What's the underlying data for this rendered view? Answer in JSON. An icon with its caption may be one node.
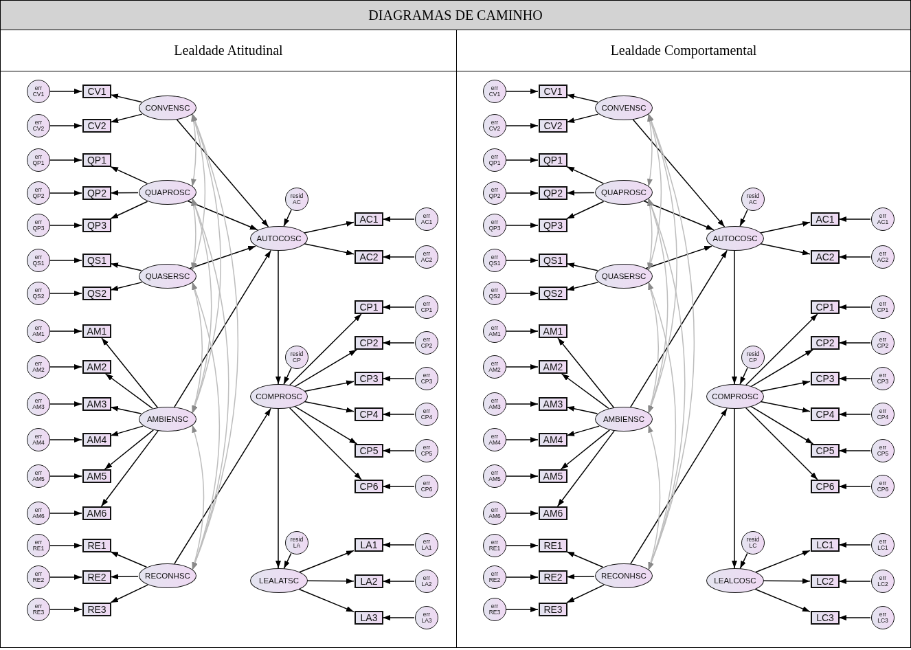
{
  "diagram": {
    "title": "DIAGRAMAS DE CAMINHO",
    "nodes": [
      {
        "text": [
          "Lealdade Atitudinal"
        ]
      },
      {
        "text": [
          "err CV1"
        ],
        "in": 0
      },
      {
        "text": [
          "err CV2"
        ],
        "in": 0
      },
      {
        "text": [
          "err QP1"
        ],
        "in": 0
      },
      {
        "text": [
          "err QP2"
        ],
        "in": 0
      },
      {
        "text": [
          "err QP3"
        ],
        "in": 0
      },
      {
        "text": [
          "err QS1"
        ],
        "in": 0
      },
      {
        "text": [
          "err QS2"
        ],
        "in": 0
      },
      {
        "text": [
          "err AM1"
        ],
        "in": 0
      },
      {
        "text": [
          "err AM2"
        ],
        "in": 0
      },
      {
        "text": [
          "err AM3"
        ],
        "in": 0
      },
      {
        "text": [
          "err AM4"
        ],
        "in": 0
      },
      {
        "text": [
          "err AM5"
        ],
        "in": 0
      },
      {
        "text": [
          "err AM6"
        ],
        "in": 0
      },
      {
        "text": [
          "err RE1"
        ],
        "in": 0
      },
      {
        "text": [
          "err RE2"
        ],
        "in": 0
      },
      {
        "text": [
          "err RE3"
        ],
        "in": 0
      },
      {
        "text": [
          "CV1"
        ],
        "in": 0
      },
      {
        "text": [
          "CV2"
        ],
        "in": 0
      },
      {
        "text": [
          "QP1"
        ],
        "in": 0
      },
      {
        "text": [
          "QP2"
        ],
        "in": 0
      },
      {
        "text": [
          "QP3"
        ],
        "in": 0
      },
      {
        "text": [
          "QS1"
        ],
        "in": 0
      },
      {
        "text": [
          "QS2"
        ],
        "in": 0
      },
      {
        "text": [
          "AM1"
        ],
        "in": 0
      },
      {
        "text": [
          "AM2"
        ],
        "in": 0
      },
      {
        "text": [
          "AM3"
        ],
        "in": 0
      },
      {
        "text": [
          "AM4"
        ],
        "in": 0
      },
      {
        "text": [
          "AM5"
        ],
        "in": 0
      },
      {
        "text": [
          "AM6"
        ],
        "in": 0
      },
      {
        "text": [
          "RE1"
        ],
        "in": 0
      },
      {
        "text": [
          "RE2"
        ],
        "in": 0
      },
      {
        "text": [
          "RE3"
        ],
        "in": 0
      },
      {
        "text": [
          "CONVENSC"
        ],
        "in": 0
      },
      {
        "text": [
          "QUAPROSC"
        ],
        "in": 0
      },
      {
        "text": [
          "QUASERSC"
        ],
        "in": 0
      },
      {
        "text": [
          "AMBIENSC"
        ],
        "in": 0
      },
      {
        "text": [
          "RECONHSC"
        ],
        "in": 0
      },
      {
        "text": [
          "resid AC"
        ],
        "in": 0
      },
      {
        "text": [
          "AUTOCOSC"
        ],
        "in": 0
      },
      {
        "text": [
          "resid CP"
        ],
        "in": 0
      },
      {
        "text": [
          "COMPROSC"
        ],
        "in": 0
      },
      {
        "text": [
          "resid LA"
        ],
        "in": 0
      },
      {
        "text": [
          "LEALATSC"
        ],
        "in": 0
      },
      {
        "text": [
          "AC1"
        ],
        "in": 0
      },
      {
        "text": [
          "AC2"
        ],
        "in": 0
      },
      {
        "text": [
          "CP1"
        ],
        "in": 0
      },
      {
        "text": [
          "CP2"
        ],
        "in": 0
      },
      {
        "text": [
          "CP3"
        ],
        "in": 0
      },
      {
        "text": [
          "CP4"
        ],
        "in": 0
      },
      {
        "text": [
          "CP5"
        ],
        "in": 0
      },
      {
        "text": [
          "CP6"
        ],
        "in": 0
      },
      {
        "text": [
          "LA1"
        ],
        "in": 0
      },
      {
        "text": [
          "LA2"
        ],
        "in": 0
      },
      {
        "text": [
          "LA3"
        ],
        "in": 0
      },
      {
        "text": [
          "err AC1"
        ],
        "in": 0
      },
      {
        "text": [
          "err AC2"
        ],
        "in": 0
      },
      {
        "text": [
          "err CP1"
        ],
        "in": 0
      },
      {
        "text": [
          "err CP2"
        ],
        "in": 0
      },
      {
        "text": [
          "err CP3"
        ],
        "in": 0
      },
      {
        "text": [
          "err CP4"
        ],
        "in": 0
      },
      {
        "text": [
          "err CP5"
        ],
        "in": 0
      },
      {
        "text": [
          "err CP6"
        ],
        "in": 0
      },
      {
        "text": [
          "err LA1"
        ],
        "in": 0
      },
      {
        "text": [
          "err LA2"
        ],
        "in": 0
      },
      {
        "text": [
          "err LA3"
        ],
        "in": 0
      },
      {
        "text": [
          "Lealdade Comportamental"
        ]
      },
      {
        "text": [
          "err CV1"
        ],
        "in": 66
      },
      {
        "text": [
          "err CV2"
        ],
        "in": 66
      },
      {
        "text": [
          "err QP1"
        ],
        "in": 66
      },
      {
        "text": [
          "err QP2"
        ],
        "in": 66
      },
      {
        "text": [
          "err QP3"
        ],
        "in": 66
      },
      {
        "text": [
          "err QS1"
        ],
        "in": 66
      },
      {
        "text": [
          "err QS2"
        ],
        "in": 66
      },
      {
        "text": [
          "err AM1"
        ],
        "in": 66
      },
      {
        "text": [
          "err AM2"
        ],
        "in": 66
      },
      {
        "text": [
          "err AM3"
        ],
        "in": 66
      },
      {
        "text": [
          "err AM4"
        ],
        "in": 66
      },
      {
        "text": [
          "err AM5"
        ],
        "in": 66
      },
      {
        "text": [
          "err AM6"
        ],
        "in": 66
      },
      {
        "text": [
          "err RE1"
        ],
        "in": 66
      },
      {
        "text": [
          "err RE2"
        ],
        "in": 66
      },
      {
        "text": [
          "err RE3"
        ],
        "in": 66
      },
      {
        "text": [
          "CV1"
        ],
        "in": 66
      },
      {
        "text": [
          "CV2"
        ],
        "in": 66
      },
      {
        "text": [
          "QP1"
        ],
        "in": 66
      },
      {
        "text": [
          "QP2"
        ],
        "in": 66
      },
      {
        "text": [
          "QP3"
        ],
        "in": 66
      },
      {
        "text": [
          "QS1"
        ],
        "in": 66
      },
      {
        "text": [
          "QS2"
        ],
        "in": 66
      },
      {
        "text": [
          "AM1"
        ],
        "in": 66
      },
      {
        "text": [
          "AM2"
        ],
        "in": 66
      },
      {
        "text": [
          "AM3"
        ],
        "in": 66
      },
      {
        "text": [
          "AM4"
        ],
        "in": 66
      },
      {
        "text": [
          "AM5"
        ],
        "in": 66
      },
      {
        "text": [
          "AM6"
        ],
        "in": 66
      },
      {
        "text": [
          "RE1"
        ],
        "in": 66
      },
      {
        "text": [
          "RE2"
        ],
        "in": 66
      },
      {
        "text": [
          "RE3"
        ],
        "in": 66
      },
      {
        "text": [
          "CONVENSC"
        ],
        "in": 66
      },
      {
        "text": [
          "QUAPROSC"
        ],
        "in": 66
      },
      {
        "text": [
          "QUASERSC"
        ],
        "in": 66
      },
      {
        "text": [
          "AMBIENSC"
        ],
        "in": 66
      },
      {
        "text": [
          "RECONHSC"
        ],
        "in": 66
      },
      {
        "text": [
          "resid AC"
        ],
        "in": 66
      },
      {
        "text": [
          "AUTOCOSC"
        ],
        "in": 66
      },
      {
        "text": [
          "resid CP"
        ],
        "in": 66
      },
      {
        "text": [
          "COMPROSC"
        ],
        "in": 66
      },
      {
        "text": [
          "resid LC"
        ],
        "in": 66
      },
      {
        "text": [
          "LEALCOSC"
        ],
        "in": 66
      },
      {
        "text": [
          "AC1"
        ],
        "in": 66
      },
      {
        "text": [
          "AC2"
        ],
        "in": 66
      },
      {
        "text": [
          "CP1"
        ],
        "in": 66
      },
      {
        "text": [
          "CP2"
        ],
        "in": 66
      },
      {
        "text": [
          "CP3"
        ],
        "in": 66
      },
      {
        "text": [
          "CP4"
        ],
        "in": 66
      },
      {
        "text": [
          "CP5"
        ],
        "in": 66
      },
      {
        "text": [
          "CP6"
        ],
        "in": 66
      },
      {
        "text": [
          "LC1"
        ],
        "in": 66
      },
      {
        "text": [
          "LC2"
        ],
        "in": 66
      },
      {
        "text": [
          "LC3"
        ],
        "in": 66
      },
      {
        "text": [
          "err AC1"
        ],
        "in": 66
      },
      {
        "text": [
          "err AC2"
        ],
        "in": 66
      },
      {
        "text": [
          "err CP1"
        ],
        "in": 66
      },
      {
        "text": [
          "err CP2"
        ],
        "in": 66
      },
      {
        "text": [
          "err CP3"
        ],
        "in": 66
      },
      {
        "text": [
          "err CP4"
        ],
        "in": 66
      },
      {
        "text": [
          "err CP5"
        ],
        "in": 66
      },
      {
        "text": [
          "err CP6"
        ],
        "in": 66
      },
      {
        "text": [
          "err LC1"
        ],
        "in": 66
      },
      {
        "text": [
          "err LC2"
        ],
        "in": 66
      },
      {
        "text": [
          "err LC3"
        ],
        "in": 66
      }
    ],
    "edges": [
      {
        "from": 1,
        "to": 17,
        "arrow": "to"
      },
      {
        "from": 2,
        "to": 18,
        "arrow": "to"
      },
      {
        "from": 3,
        "to": 19,
        "arrow": "to"
      },
      {
        "from": 4,
        "to": 20,
        "arrow": "to"
      },
      {
        "from": 5,
        "to": 21,
        "arrow": "to"
      },
      {
        "from": 6,
        "to": 22,
        "arrow": "to"
      },
      {
        "from": 7,
        "to": 23,
        "arrow": "to"
      },
      {
        "from": 8,
        "to": 24,
        "arrow": "to"
      },
      {
        "from": 9,
        "to": 25,
        "arrow": "to"
      },
      {
        "from": 10,
        "to": 26,
        "arrow": "to"
      },
      {
        "from": 11,
        "to": 27,
        "arrow": "to"
      },
      {
        "from": 12,
        "to": 28,
        "arrow": "to"
      },
      {
        "from": 13,
        "to": 29,
        "arrow": "to"
      },
      {
        "from": 14,
        "to": 30,
        "arrow": "to"
      },
      {
        "from": 15,
        "to": 31,
        "arrow": "to"
      },
      {
        "from": 16,
        "to": 32,
        "arrow": "to"
      },
      {
        "from": 33,
        "to": 17,
        "arrow": "to"
      },
      {
        "from": 33,
        "to": 18,
        "arrow": "to"
      },
      {
        "from": 34,
        "to": 19,
        "arrow": "to"
      },
      {
        "from": 34,
        "to": 20,
        "arrow": "to"
      },
      {
        "from": 34,
        "to": 21,
        "arrow": "to"
      },
      {
        "from": 35,
        "to": 22,
        "arrow": "to"
      },
      {
        "from": 35,
        "to": 23,
        "arrow": "to"
      },
      {
        "from": 36,
        "to": 24,
        "arrow": "to"
      },
      {
        "from": 36,
        "to": 25,
        "arrow": "to"
      },
      {
        "from": 36,
        "to": 26,
        "arrow": "to"
      },
      {
        "from": 36,
        "to": 27,
        "arrow": "to"
      },
      {
        "from": 36,
        "to": 28,
        "arrow": "to"
      },
      {
        "from": 36,
        "to": 29,
        "arrow": "to"
      },
      {
        "from": 37,
        "to": 30,
        "arrow": "to"
      },
      {
        "from": 37,
        "to": 31,
        "arrow": "to"
      },
      {
        "from": 37,
        "to": 32,
        "arrow": "to"
      },
      {
        "from": 33,
        "to": 39,
        "arrow": "to"
      },
      {
        "from": 34,
        "to": 39,
        "arrow": "to"
      },
      {
        "from": 35,
        "to": 39,
        "arrow": "to"
      },
      {
        "from": 36,
        "to": 39,
        "arrow": "to"
      },
      {
        "from": 37,
        "to": 41,
        "arrow": "to"
      },
      {
        "from": 39,
        "to": 41,
        "arrow": "to"
      },
      {
        "from": 41,
        "to": 43,
        "arrow": "to"
      },
      {
        "from": 38,
        "to": 39,
        "arrow": "to"
      },
      {
        "from": 40,
        "to": 41,
        "arrow": "to"
      },
      {
        "from": 42,
        "to": 43,
        "arrow": "to"
      },
      {
        "from": 39,
        "to": 44,
        "arrow": "to"
      },
      {
        "from": 39,
        "to": 45,
        "arrow": "to"
      },
      {
        "from": 41,
        "to": 46,
        "arrow": "to"
      },
      {
        "from": 41,
        "to": 47,
        "arrow": "to"
      },
      {
        "from": 41,
        "to": 48,
        "arrow": "to"
      },
      {
        "from": 41,
        "to": 49,
        "arrow": "to"
      },
      {
        "from": 41,
        "to": 50,
        "arrow": "to"
      },
      {
        "from": 41,
        "to": 51,
        "arrow": "to"
      },
      {
        "from": 43,
        "to": 52,
        "arrow": "to"
      },
      {
        "from": 43,
        "to": 53,
        "arrow": "to"
      },
      {
        "from": 43,
        "to": 54,
        "arrow": "to"
      },
      {
        "from": 55,
        "to": 44,
        "arrow": "to"
      },
      {
        "from": 56,
        "to": 45,
        "arrow": "to"
      },
      {
        "from": 57,
        "to": 46,
        "arrow": "to"
      },
      {
        "from": 58,
        "to": 47,
        "arrow": "to"
      },
      {
        "from": 59,
        "to": 48,
        "arrow": "to"
      },
      {
        "from": 60,
        "to": 49,
        "arrow": "to"
      },
      {
        "from": 61,
        "to": 50,
        "arrow": "to"
      },
      {
        "from": 62,
        "to": 51,
        "arrow": "to"
      },
      {
        "from": 63,
        "to": 52,
        "arrow": "to"
      },
      {
        "from": 64,
        "to": 53,
        "arrow": "to"
      },
      {
        "from": 65,
        "to": 54,
        "arrow": "to"
      },
      {
        "from": 33,
        "to": 34,
        "arrow": "both",
        "color": "#bdbdbd"
      },
      {
        "from": 33,
        "to": 35,
        "arrow": "both",
        "color": "#bdbdbd"
      },
      {
        "from": 33,
        "to": 36,
        "arrow": "both",
        "color": "#bdbdbd"
      },
      {
        "from": 33,
        "to": 37,
        "arrow": "both",
        "color": "#bdbdbd"
      },
      {
        "from": 34,
        "to": 35,
        "arrow": "both",
        "color": "#bdbdbd"
      },
      {
        "from": 34,
        "to": 36,
        "arrow": "both",
        "color": "#bdbdbd"
      },
      {
        "from": 34,
        "to": 37,
        "arrow": "both",
        "color": "#bdbdbd"
      },
      {
        "from": 35,
        "to": 36,
        "arrow": "both",
        "color": "#bdbdbd"
      },
      {
        "from": 35,
        "to": 37,
        "arrow": "both",
        "color": "#bdbdbd"
      },
      {
        "from": 36,
        "to": 37,
        "arrow": "both",
        "color": "#bdbdbd"
      },
      {
        "from": 67,
        "to": 83,
        "arrow": "to"
      },
      {
        "from": 68,
        "to": 84,
        "arrow": "to"
      },
      {
        "from": 69,
        "to": 85,
        "arrow": "to"
      },
      {
        "from": 70,
        "to": 86,
        "arrow": "to"
      },
      {
        "from": 71,
        "to": 87,
        "arrow": "to"
      },
      {
        "from": 72,
        "to": 88,
        "arrow": "to"
      },
      {
        "from": 73,
        "to": 89,
        "arrow": "to"
      },
      {
        "from": 74,
        "to": 90,
        "arrow": "to"
      },
      {
        "from": 75,
        "to": 91,
        "arrow": "to"
      },
      {
        "from": 76,
        "to": 92,
        "arrow": "to"
      },
      {
        "from": 77,
        "to": 93,
        "arrow": "to"
      },
      {
        "from": 78,
        "to": 94,
        "arrow": "to"
      },
      {
        "from": 79,
        "to": 95,
        "arrow": "to"
      },
      {
        "from": 80,
        "to": 96,
        "arrow": "to"
      },
      {
        "from": 81,
        "to": 97,
        "arrow": "to"
      },
      {
        "from": 82,
        "to": 98,
        "arrow": "to"
      },
      {
        "from": 99,
        "to": 83,
        "arrow": "to"
      },
      {
        "from": 99,
        "to": 84,
        "arrow": "to"
      },
      {
        "from": 100,
        "to": 85,
        "arrow": "to"
      },
      {
        "from": 100,
        "to": 86,
        "arrow": "to"
      },
      {
        "from": 100,
        "to": 87,
        "arrow": "to"
      },
      {
        "from": 101,
        "to": 88,
        "arrow": "to"
      },
      {
        "from": 101,
        "to": 89,
        "arrow": "to"
      },
      {
        "from": 102,
        "to": 90,
        "arrow": "to"
      },
      {
        "from": 102,
        "to": 91,
        "arrow": "to"
      },
      {
        "from": 102,
        "to": 92,
        "arrow": "to"
      },
      {
        "from": 102,
        "to": 93,
        "arrow": "to"
      },
      {
        "from": 102,
        "to": 94,
        "arrow": "to"
      },
      {
        "from": 102,
        "to": 95,
        "arrow": "to"
      },
      {
        "from": 103,
        "to": 96,
        "arrow": "to"
      },
      {
        "from": 103,
        "to": 97,
        "arrow": "to"
      },
      {
        "from": 103,
        "to": 98,
        "arrow": "to"
      },
      {
        "from": 99,
        "to": 105,
        "arrow": "to"
      },
      {
        "from": 100,
        "to": 105,
        "arrow": "to"
      },
      {
        "from": 101,
        "to": 105,
        "arrow": "to"
      },
      {
        "from": 102,
        "to": 105,
        "arrow": "to"
      },
      {
        "from": 103,
        "to": 107,
        "arrow": "to"
      },
      {
        "from": 105,
        "to": 107,
        "arrow": "to"
      },
      {
        "from": 107,
        "to": 109,
        "arrow": "to"
      },
      {
        "from": 104,
        "to": 105,
        "arrow": "to"
      },
      {
        "from": 106,
        "to": 107,
        "arrow": "to"
      },
      {
        "from": 108,
        "to": 109,
        "arrow": "to"
      },
      {
        "from": 105,
        "to": 110,
        "arrow": "to"
      },
      {
        "from": 105,
        "to": 111,
        "arrow": "to"
      },
      {
        "from": 107,
        "to": 112,
        "arrow": "to"
      },
      {
        "from": 107,
        "to": 113,
        "arrow": "to"
      },
      {
        "from": 107,
        "to": 114,
        "arrow": "to"
      },
      {
        "from": 107,
        "to": 115,
        "arrow": "to"
      },
      {
        "from": 107,
        "to": 116,
        "arrow": "to"
      },
      {
        "from": 107,
        "to": 117,
        "arrow": "to"
      },
      {
        "from": 109,
        "to": 118,
        "arrow": "to"
      },
      {
        "from": 109,
        "to": 119,
        "arrow": "to"
      },
      {
        "from": 109,
        "to": 120,
        "arrow": "to"
      },
      {
        "from": 121,
        "to": 110,
        "arrow": "to"
      },
      {
        "from": 122,
        "to": 111,
        "arrow": "to"
      },
      {
        "from": 123,
        "to": 112,
        "arrow": "to"
      },
      {
        "from": 124,
        "to": 113,
        "arrow": "to"
      },
      {
        "from": 125,
        "to": 114,
        "arrow": "to"
      },
      {
        "from": 126,
        "to": 115,
        "arrow": "to"
      },
      {
        "from": 127,
        "to": 116,
        "arrow": "to"
      },
      {
        "from": 128,
        "to": 117,
        "arrow": "to"
      },
      {
        "from": 129,
        "to": 118,
        "arrow": "to"
      },
      {
        "from": 130,
        "to": 119,
        "arrow": "to"
      },
      {
        "from": 131,
        "to": 120,
        "arrow": "to"
      },
      {
        "from": 99,
        "to": 100,
        "arrow": "both",
        "color": "#bdbdbd"
      },
      {
        "from": 99,
        "to": 101,
        "arrow": "both",
        "color": "#bdbdbd"
      },
      {
        "from": 99,
        "to": 102,
        "arrow": "both",
        "color": "#bdbdbd"
      },
      {
        "from": 99,
        "to": 103,
        "arrow": "both",
        "color": "#bdbdbd"
      },
      {
        "from": 100,
        "to": 101,
        "arrow": "both",
        "color": "#bdbdbd"
      },
      {
        "from": 100,
        "to": 102,
        "arrow": "both",
        "color": "#bdbdbd"
      },
      {
        "from": 100,
        "to": 103,
        "arrow": "both",
        "color": "#bdbdbd"
      },
      {
        "from": 101,
        "to": 102,
        "arrow": "both",
        "color": "#bdbdbd"
      },
      {
        "from": 101,
        "to": 103,
        "arrow": "both",
        "color": "#bdbdbd"
      },
      {
        "from": 102,
        "to": 103,
        "arrow": "both",
        "color": "#bdbdbd"
      }
    ]
  }
}
